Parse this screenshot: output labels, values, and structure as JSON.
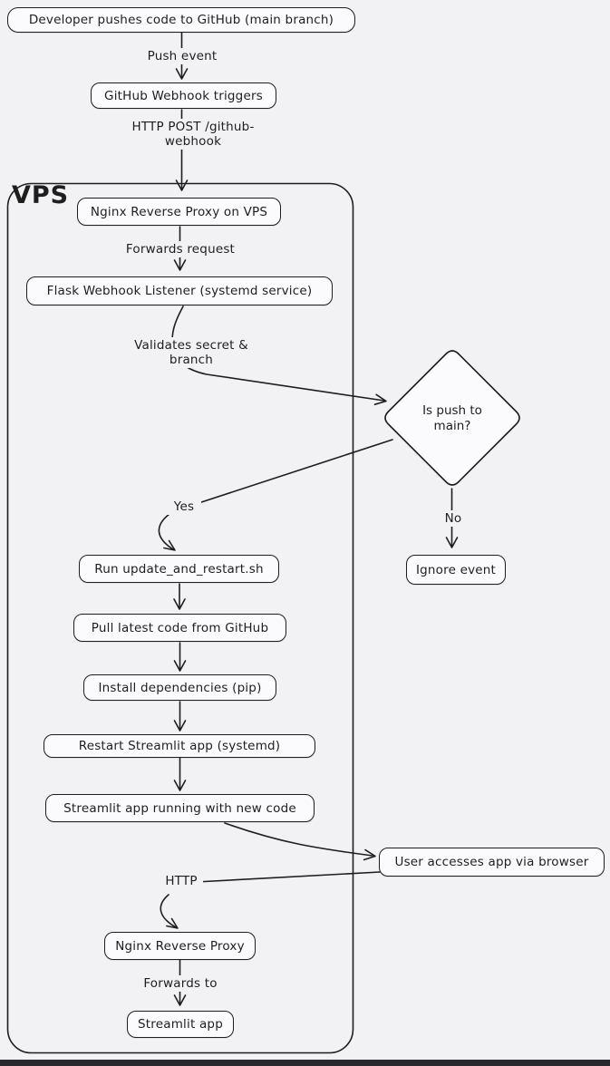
{
  "diagram": {
    "type": "flowchart",
    "container": {
      "label": "VPS"
    },
    "nodes": {
      "developer_push": {
        "label": "Developer pushes code to GitHub (main branch)"
      },
      "github_webhook": {
        "label": "GitHub Webhook triggers"
      },
      "nginx_vps": {
        "label": "Nginx Reverse Proxy on VPS"
      },
      "flask_listener": {
        "label": "Flask Webhook Listener (systemd service)"
      },
      "is_push_main": {
        "label": "Is push to main?"
      },
      "run_script": {
        "label": "Run update_and_restart.sh"
      },
      "ignore_event": {
        "label": "Ignore event"
      },
      "pull_code": {
        "label": "Pull latest code from GitHub"
      },
      "install_deps": {
        "label": "Install dependencies (pip)"
      },
      "restart_app": {
        "label": "Restart Streamlit app (systemd)"
      },
      "app_running": {
        "label": "Streamlit app running with new code"
      },
      "user_access": {
        "label": "User accesses app via browser"
      },
      "nginx_proxy": {
        "label": "Nginx Reverse Proxy"
      },
      "streamlit_app": {
        "label": "Streamlit app"
      }
    },
    "edge_labels": {
      "push_event": "Push event",
      "http_post": "HTTP POST /github-webhook",
      "forwards_request": "Forwards request",
      "validates": "Validates secret & branch",
      "yes": "Yes",
      "no": "No",
      "http": "HTTP",
      "forwards_to": "Forwards to"
    },
    "colors": {
      "stroke": "#1e1e1e",
      "background": "#f2f2f4",
      "node_fill": "#fbfbfd",
      "bottom_bar": "#29292d"
    }
  }
}
